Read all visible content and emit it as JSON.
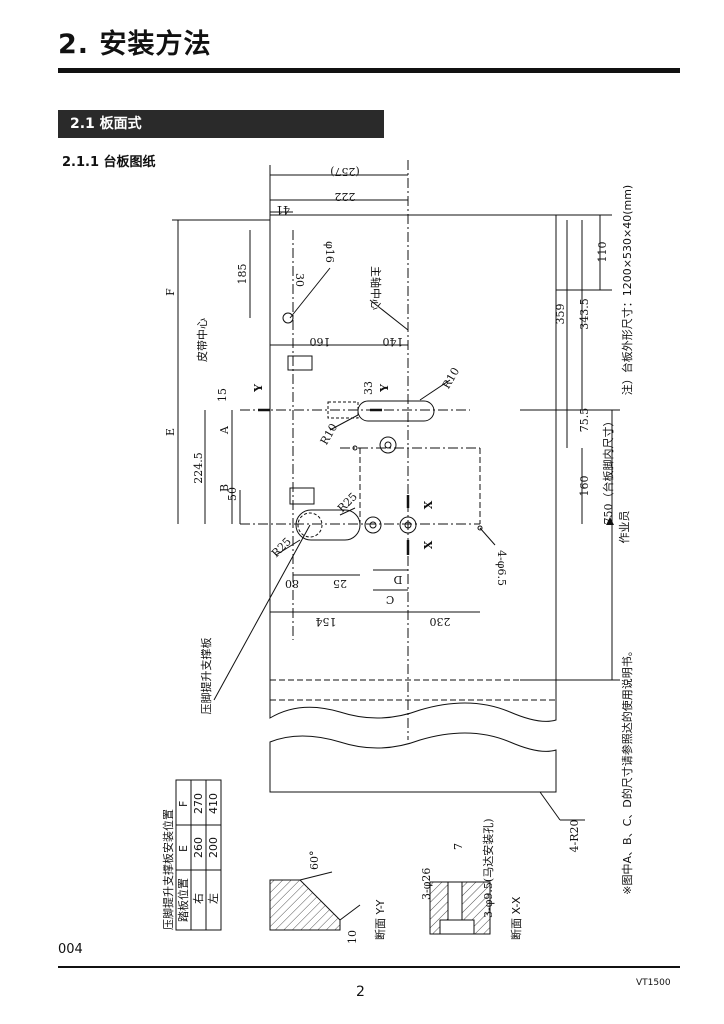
{
  "heading": "2. 安装方法",
  "section": "2.1 板面式",
  "subsection": "2.1.1 台板图纸",
  "dimensions": {
    "top_257": "(257)",
    "top_222": "222",
    "top_41": "41",
    "d185": "185",
    "d30": "30",
    "phi16": "φ16",
    "F": "F",
    "E": "E",
    "A": "A",
    "B": "B",
    "d15": "15",
    "d224_5": "224.5",
    "d50": "50",
    "d160_left": "160",
    "d140": "140",
    "d33": "33",
    "R10a": "R10",
    "R10b": "R10",
    "R25a": "R25",
    "R25b": "R25",
    "d80": "80",
    "d25": "25",
    "D": "D",
    "C": "C",
    "d154": "154",
    "d230": "230",
    "phi6_5": "4-φ6.5",
    "d110": "110",
    "d359": "359",
    "d343_5": "343.5",
    "d75_5": "75.5",
    "d160_right": "160",
    "d750": "750（台板脚内尺寸）",
    "R20": "4-R20",
    "Y": "Y",
    "X": "X",
    "belt_center": "皮带中心",
    "spindle_center": "主轴中心",
    "plate_label": "压脚提升支撑板",
    "operator": "作业员",
    "board_size_note": "注）台板外形尺寸：1200×530×40(mm)",
    "abcd_note": "※图中A、B、C、D的尺寸请参照达的使用说明书。"
  },
  "section_yy": {
    "label": "断面 Y-Y",
    "angle": "60°",
    "dim10": "10"
  },
  "section_xx": {
    "label": "断面 X-X",
    "dim7": "7",
    "holes_a": "3-φ26",
    "holes_b": "3-φ9.5(马达安装孔)"
  },
  "table": {
    "title": "压脚提升支撑板安装位置",
    "headers": [
      "踏板位置",
      "E",
      "F"
    ],
    "rows": [
      [
        "右",
        "260",
        "270"
      ],
      [
        "左",
        "200",
        "410"
      ]
    ]
  },
  "footer": {
    "page_code": "004",
    "page_number": "2",
    "model": "VT1500"
  }
}
